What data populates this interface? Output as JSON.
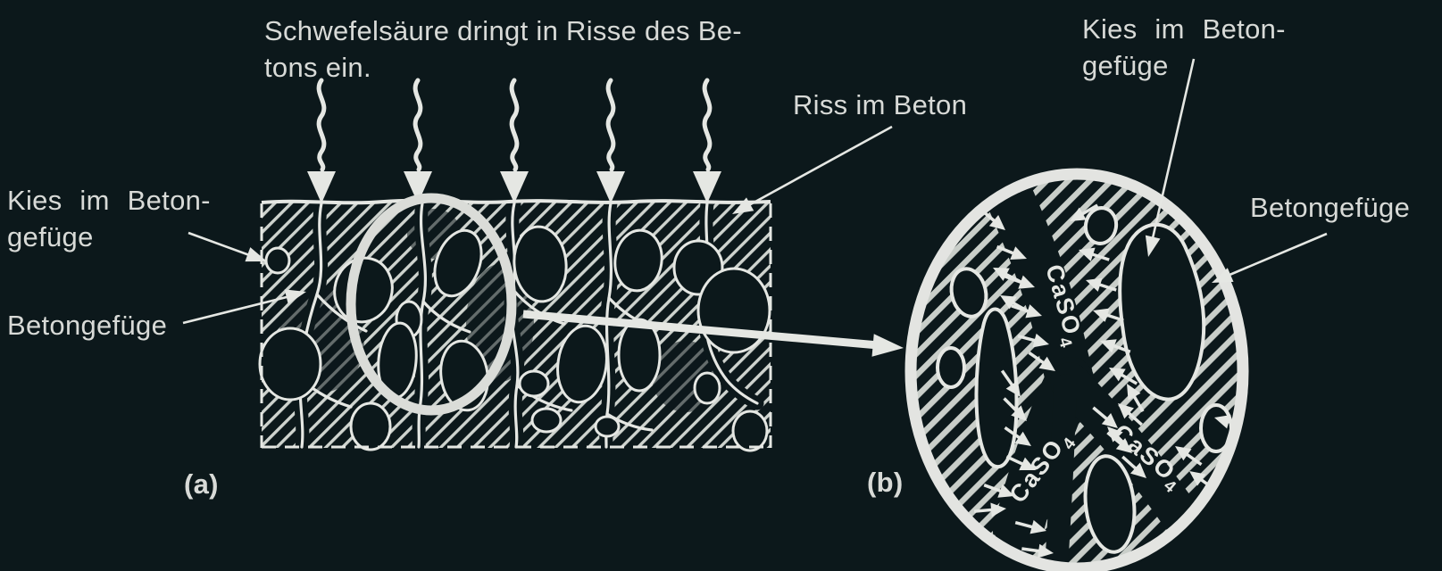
{
  "colors": {
    "background": "#0c181b",
    "ink": "#e5e7e3",
    "text": "#d8dad7",
    "hatch": "#ced3ce"
  },
  "caption": {
    "line1": "Schwefelsäure dringt in Risse des Be-",
    "line2": "tons ein."
  },
  "labels": {
    "riss_im_beton": "Riss im Beton",
    "kies_line1": "Kies im Beton-",
    "kies_line2": "gefüge",
    "betongefuege": "Betongefüge",
    "panel_a": "(a)",
    "panel_b": "(b)"
  },
  "chemistry": {
    "caso4_base": "CaSO",
    "caso4_sub": "4"
  }
}
